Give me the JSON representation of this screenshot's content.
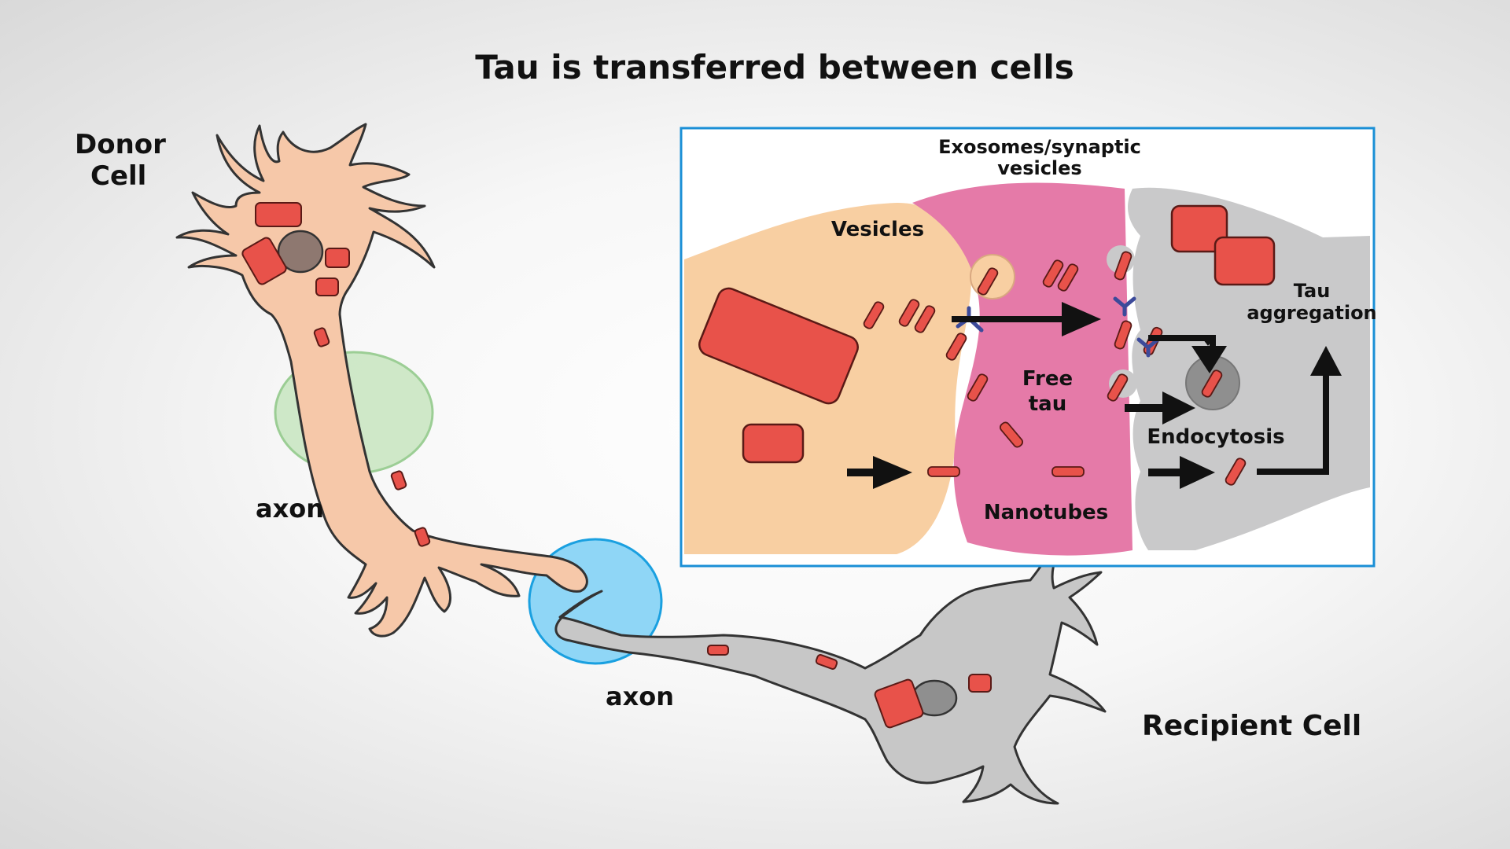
{
  "title": "Tau is transferred between cells",
  "donor_label": [
    "Donor",
    "Cell"
  ],
  "recipient_label": "Recipient Cell",
  "axon_label_1": "axon",
  "axon_label_2": "axon",
  "inset": {
    "exosomes_label": [
      "Exosomes/synaptic",
      "vesicles"
    ],
    "vesicles_label": "Vesicles",
    "free_tau_label": [
      "Free",
      "tau"
    ],
    "tau_aggregation_label": [
      "Tau",
      "aggregation"
    ],
    "endocytosis_label": "Endocytosis",
    "nanotubes_label": "Nanotubes"
  },
  "colors": {
    "donor_cell": "#f6c8a9",
    "recipient_cell": "#c7c7c7",
    "cell_outline": "#333333",
    "nucleus_donor": "#8e7870",
    "nucleus_recipient": "#8f8f8f",
    "tau_bead": "#e8524a",
    "tau_outline": "#5a1a16",
    "inset_border": "#1a8fd6",
    "inset_peach": "#f8cfa2",
    "inset_pink": "#e57aa8",
    "inset_gray": "#c9c9ca",
    "green_circle": "#bfe3b5",
    "blue_circle": "#7fd0f5",
    "receptor": "#3c4a9a"
  }
}
